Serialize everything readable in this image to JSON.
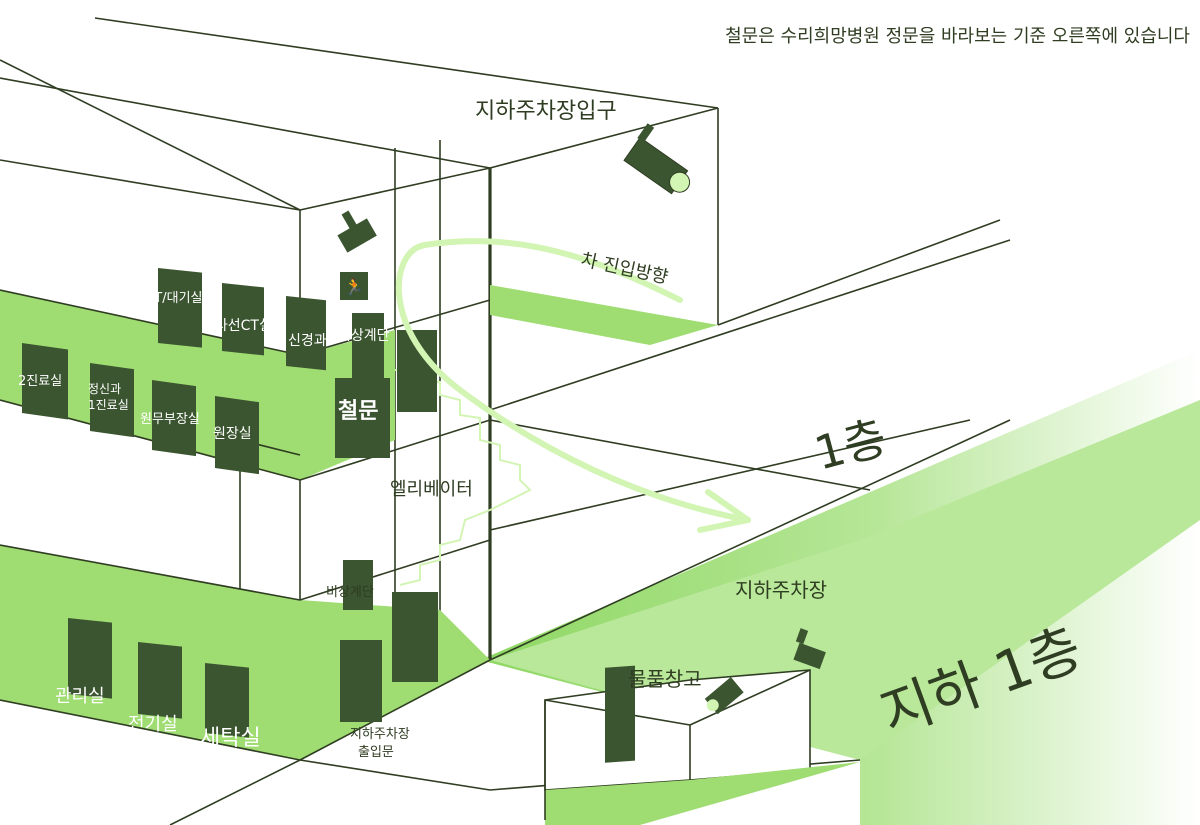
{
  "header_note": "철문은 수리희망병원 정문을 바라보는 기준 오른쪽에 있습니다",
  "entrance_label": "지하주차장입구",
  "car_direction_label": "차 진입방향",
  "floor_labels": {
    "first": "1층",
    "basement": "지하 1층"
  },
  "upper_rooms": {
    "ect": "ECT/대기실",
    "radiology": "방사선CT실",
    "neuro": "신경과",
    "emergency_stairs": "비상계단",
    "clinic2": "2진료실",
    "psych": "정신과\n1진료실",
    "vice_director": "원무부장실",
    "director": "원장실",
    "iron_door": "철문"
  },
  "elevator_label": "엘리베이터",
  "lower_rooms": {
    "emergency_stairs": "비상계단",
    "management": "관리실",
    "electrical": "전기실",
    "laundry": "세탁실",
    "parking_door": "지하주차장\n출입문"
  },
  "parking_label": "지하주차장",
  "storage_label": "물품창고",
  "colors": {
    "line": "#2f3d22",
    "floor": "#9fdc72",
    "door": "#3b5530",
    "arrow": "#d2f5b4"
  },
  "icons": [
    "security-camera-icon",
    "emergency-exit-icon"
  ]
}
